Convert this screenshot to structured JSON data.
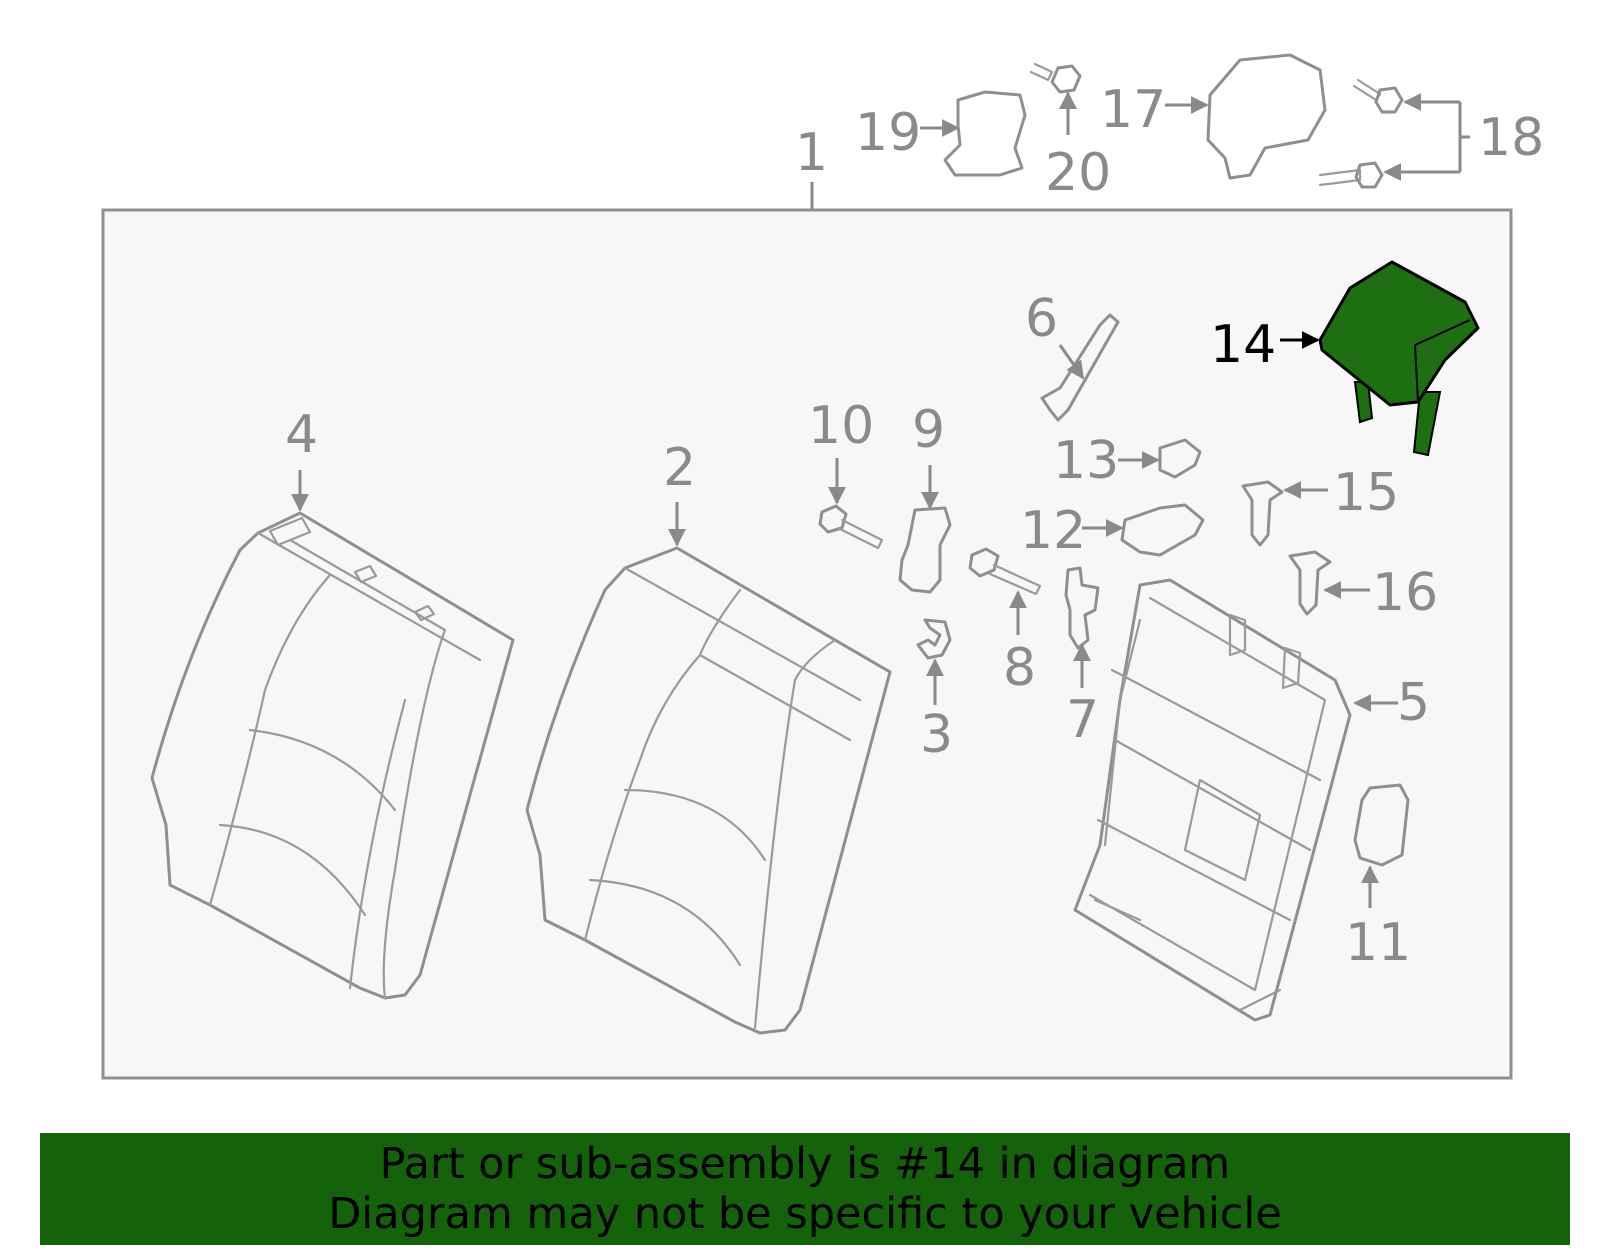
{
  "colors": {
    "highlight": "#1e6e12",
    "banner": "#14620a",
    "line": "#8f8f8f",
    "panel": "#f7f7f7"
  },
  "callouts": {
    "c1": "1",
    "c2": "2",
    "c3": "3",
    "c4": "4",
    "c5": "5",
    "c6": "6",
    "c7": "7",
    "c8": "8",
    "c9": "9",
    "c10": "10",
    "c11": "11",
    "c12": "12",
    "c13": "13",
    "c14": "14",
    "c15": "15",
    "c16": "16",
    "c17": "17",
    "c18": "18",
    "c19": "19",
    "c20": "20"
  },
  "highlighted_part": "14",
  "banner": {
    "line1": "Part or sub-assembly is #14 in diagram",
    "line2": "Diagram may not be specific to your vehicle"
  }
}
